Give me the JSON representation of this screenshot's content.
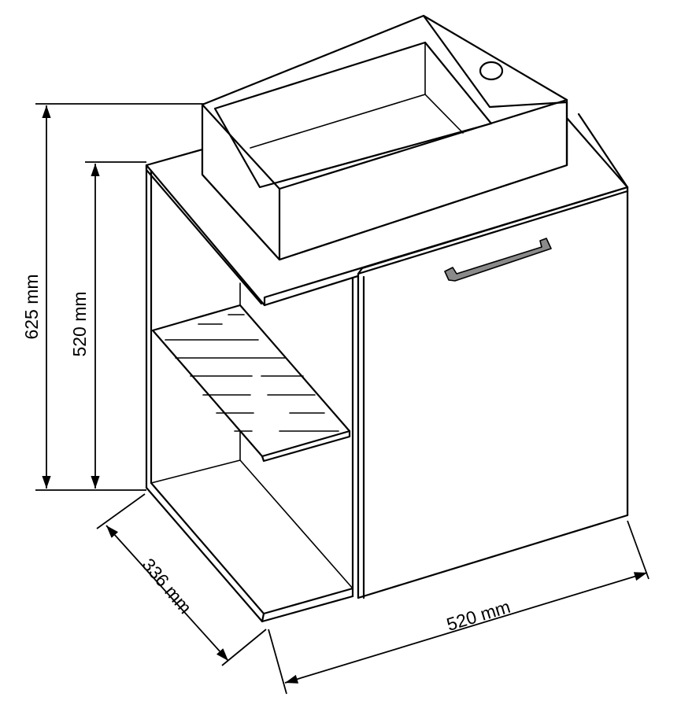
{
  "diagram": {
    "subject": "Wall-hung vanity cabinet with rectangular vessel basin, open shelf and one door",
    "dimensions": {
      "total_height": "625 mm",
      "cabinet_height": "520 mm",
      "depth": "336 mm",
      "width": "520 mm"
    },
    "components": [
      {
        "name": "basin",
        "label": "Rectangular vessel basin with tap hole"
      },
      {
        "name": "countertop",
        "label": "Countertop"
      },
      {
        "name": "open-shelf-compartment",
        "label": "Open compartment with slatted shelf"
      },
      {
        "name": "door",
        "label": "Cabinet door with bar handle"
      }
    ],
    "colors": {
      "line": "#000000",
      "background": "#ffffff",
      "handle_fill": "#8a8a8a"
    }
  }
}
